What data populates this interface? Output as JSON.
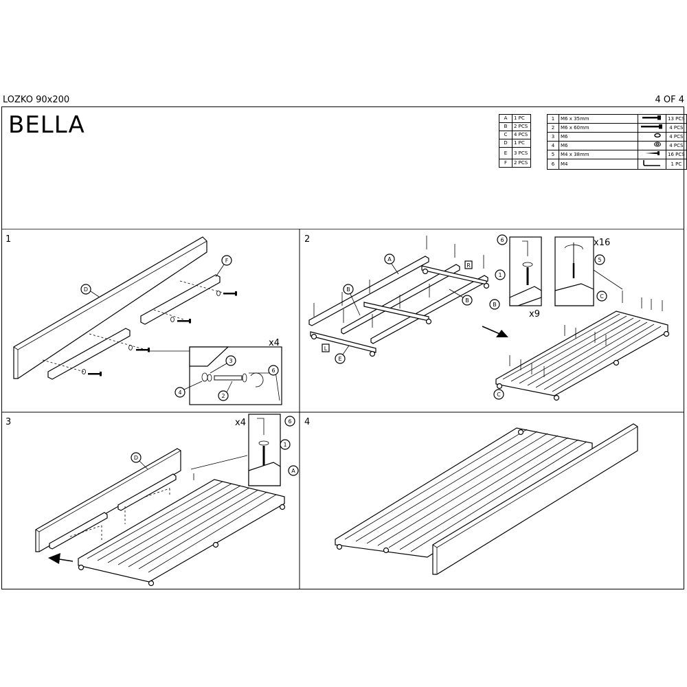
{
  "header": {
    "model": "LOZKO 90x200",
    "page": "4 OF 4"
  },
  "brand": "BELLA",
  "parts_letters": [
    {
      "key": "A",
      "qty": "1 PC"
    },
    {
      "key": "B",
      "qty": "2 PCS"
    },
    {
      "key": "C",
      "qty": "4 PCS"
    },
    {
      "key": "D",
      "qty": "1 PC"
    },
    {
      "key": "E",
      "qty": "3 PCS"
    },
    {
      "key": "F",
      "qty": "2 PCS"
    }
  ],
  "hardware": [
    {
      "num": "1",
      "spec": "M6 x 35mm",
      "icon": "bolt-short-icon",
      "qty": "13 PCS"
    },
    {
      "num": "2",
      "spec": "M6 x 60mm",
      "icon": "bolt-long-icon",
      "qty": "4 PCS"
    },
    {
      "num": "3",
      "spec": "M6",
      "icon": "washer-icon",
      "qty": "4 PCS"
    },
    {
      "num": "4",
      "spec": "M6",
      "icon": "spring-washer-icon",
      "qty": "4 PCS"
    },
    {
      "num": "5",
      "spec": "M4 x 38mm",
      "icon": "screw-icon",
      "qty": "16 PCS"
    },
    {
      "num": "6",
      "spec": "M4",
      "icon": "allen-key-icon",
      "qty": "1 PC"
    }
  ],
  "steps": [
    {
      "number": "1",
      "multiplier": "x4",
      "callouts": [
        "D",
        "F",
        "3",
        "4",
        "2",
        "6"
      ]
    },
    {
      "number": "2",
      "multiplier": "x9",
      "multiplier2": "x16",
      "callouts": [
        "A",
        "B",
        "B",
        "R",
        "L",
        "E",
        "6",
        "1",
        "B",
        "5",
        "C",
        "C"
      ]
    },
    {
      "number": "3",
      "multiplier": "x4",
      "callouts": [
        "D",
        "6",
        "1",
        "A"
      ]
    },
    {
      "number": "4",
      "callouts": []
    }
  ]
}
